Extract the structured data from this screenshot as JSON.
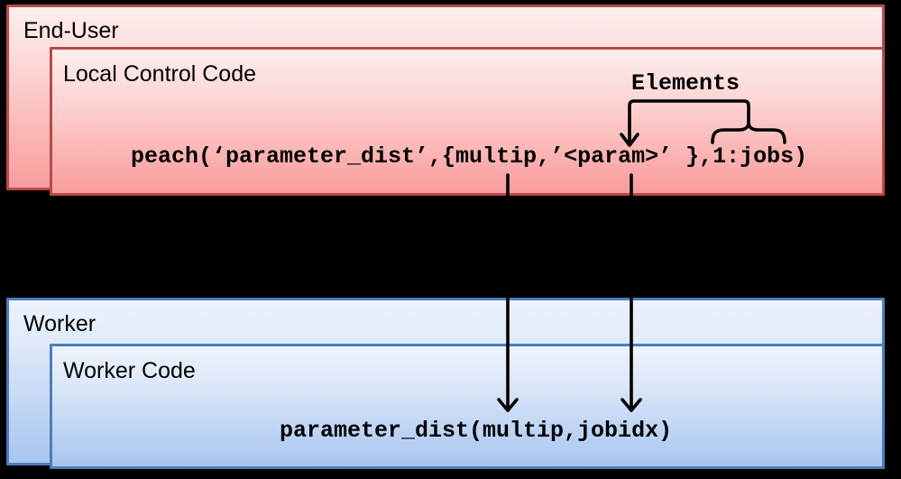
{
  "end_user": {
    "title": "End-User",
    "local_control": {
      "title": "Local Control Code",
      "code": "peach(‘parameter_dist’,{multip,’<param>’ },1:jobs)"
    },
    "elements_label": "Elements"
  },
  "worker": {
    "title": "Worker",
    "worker_code": {
      "title": "Worker Code",
      "code": "parameter_dist(multip,jobidx)"
    }
  },
  "colors": {
    "background": "#000000",
    "pink_box_border": "#b84a47",
    "pink_gradient_top": "#fdeeee",
    "pink_gradient_bottom": "#fa9c9c",
    "blue_box_border": "#4a7ebb",
    "blue_gradient_top": "#eef3fc",
    "blue_gradient_bottom": "#a8c5f0",
    "annotation_lines": "#000000",
    "text": "#000000"
  }
}
